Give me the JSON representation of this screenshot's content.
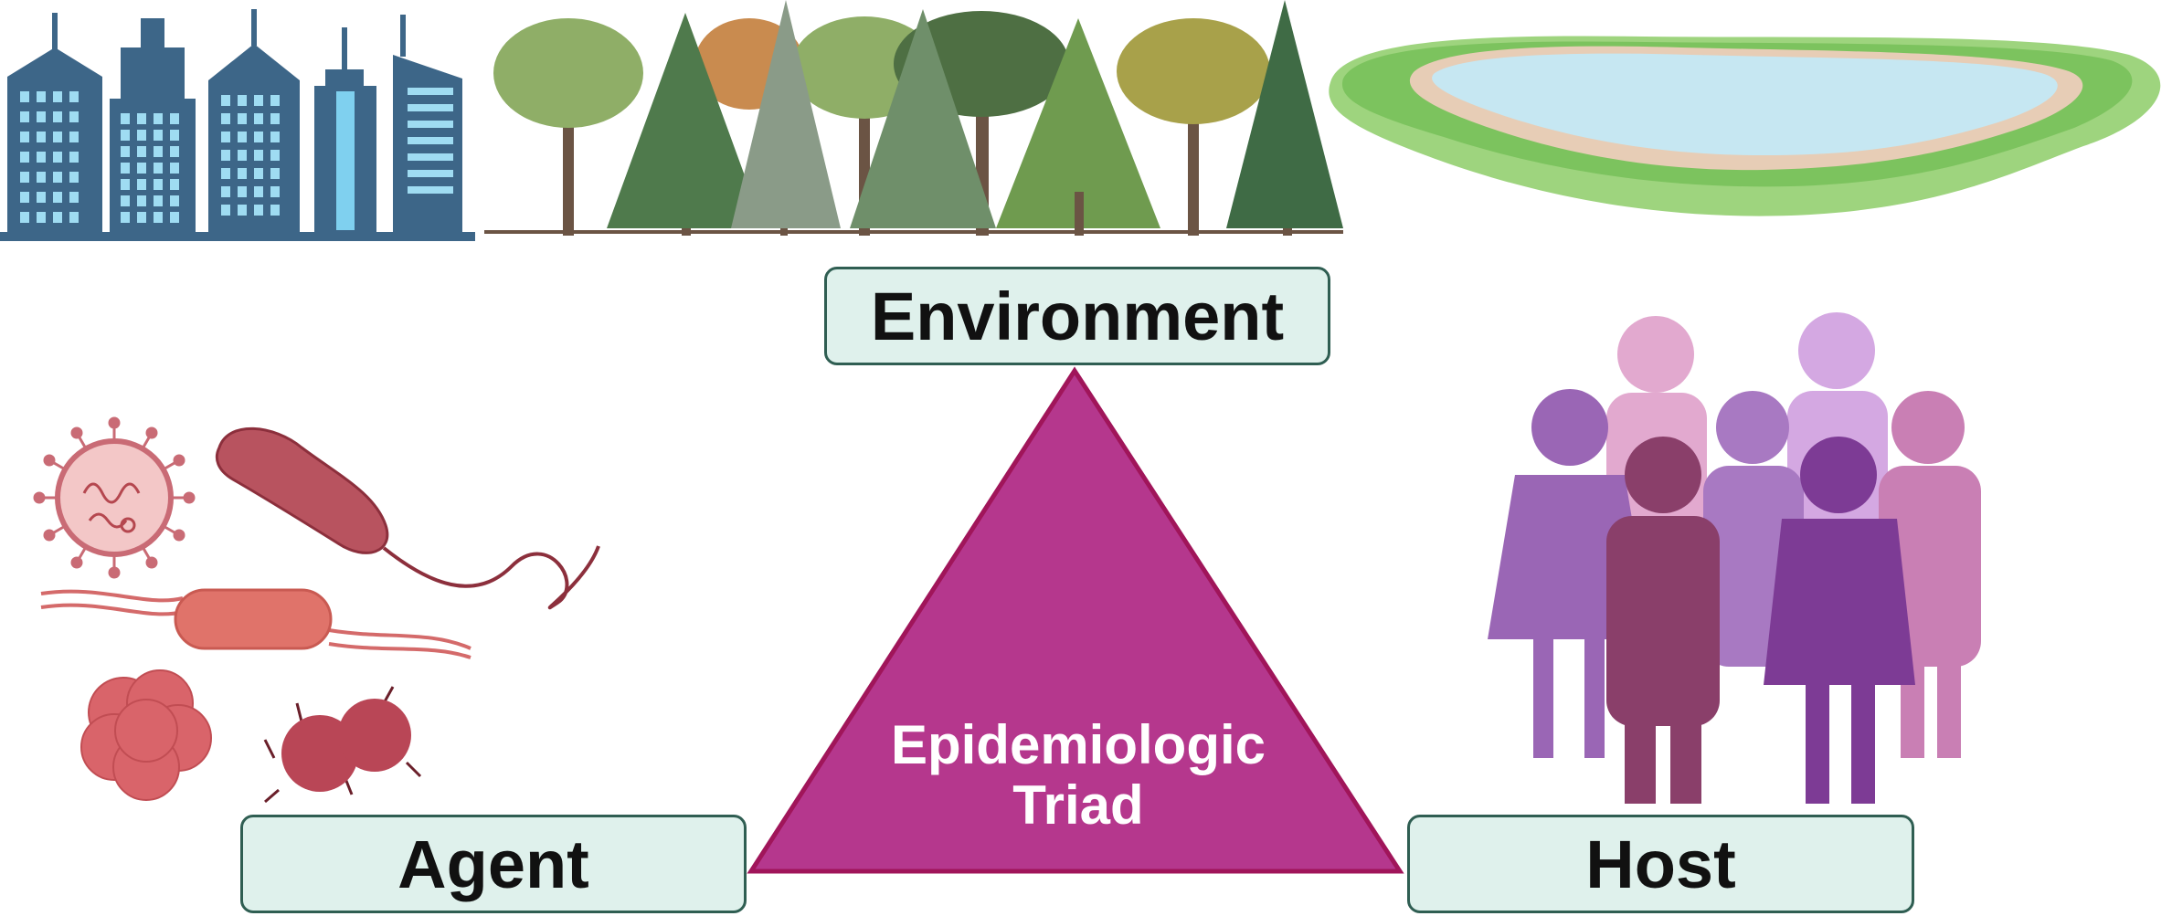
{
  "nodes": {
    "environment": "Environment",
    "agent": "Agent",
    "host": "Host"
  },
  "center": {
    "line1": "Epidemiologic",
    "line2": "Triad"
  },
  "colors": {
    "triangle_fill": "#b5378d",
    "triangle_stroke": "#a0155a",
    "box_fill": "#dff1ec",
    "box_border": "#2f5e52",
    "building": "#3d6688",
    "lake": "#c6e7f2",
    "grass": "#7cc35e",
    "microbe": "#c0505a"
  },
  "icons": [
    "city-buildings-icon",
    "forest-trees-icon",
    "lake-icon",
    "virus-icon",
    "bacteria-icon",
    "crowd-people-icon"
  ]
}
